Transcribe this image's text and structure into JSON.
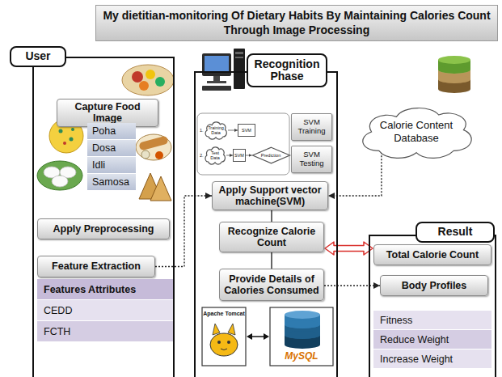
{
  "diagram": {
    "title": "My dietitian-monitoring Of Dietary Habits By Maintaining Calories Count Through Image Processing",
    "nodes": [
      {
        "text": [
          "User"
        ]
      },
      {
        "text": [
          "Capture Food Image"
        ],
        "in": 0
      },
      {
        "text": [
          "Poha"
        ],
        "in": 0
      },
      {
        "text": [
          "Dosa"
        ],
        "in": 0
      },
      {
        "text": [
          "Idli"
        ],
        "in": 0
      },
      {
        "text": [
          "Samosa"
        ],
        "in": 0
      },
      {
        "text": [
          "Apply Preprocessing"
        ],
        "in": 0
      },
      {
        "text": [
          "Feature Extraction"
        ],
        "in": 0
      },
      {
        "text": [
          "Features Attributes"
        ],
        "in": 0
      },
      {
        "text": [
          "CEDD"
        ],
        "in": 0
      },
      {
        "text": [
          "FCTH"
        ],
        "in": 0
      },
      {
        "text": [
          "Recognition Phase"
        ]
      },
      {
        "text": [
          "Training Data"
        ],
        "in": 11
      },
      {
        "text": [
          "SVM"
        ],
        "in": 11
      },
      {
        "text": [
          "Test Data"
        ],
        "in": 11
      },
      {
        "text": [
          "SVM"
        ],
        "in": 11
      },
      {
        "text": [
          "Prediction"
        ],
        "in": 11
      },
      {
        "text": [
          "SVM Training"
        ],
        "in": 11
      },
      {
        "text": [
          "SVM Testing"
        ],
        "in": 11
      },
      {
        "text": [
          "Apply Support vector machine(SVM)"
        ],
        "in": 11
      },
      {
        "text": [
          "Recognize Calorie Count"
        ],
        "in": 11
      },
      {
        "text": [
          "Provide Details of Calories Consumed"
        ],
        "in": 11
      },
      {
        "text": [
          "Calorie Content Database"
        ]
      },
      {
        "text": [
          "Result"
        ]
      },
      {
        "text": [
          "Total Calorie Count"
        ],
        "in": 23
      },
      {
        "text": [
          "Body Profiles"
        ],
        "in": 23
      },
      {
        "text": [
          "Fitness"
        ],
        "in": 23
      },
      {
        "text": [
          "Reduce Weight"
        ],
        "in": 23
      },
      {
        "text": [
          "Increase Weight"
        ],
        "in": 23
      }
    ],
    "edges": [
      {
        "from": 12,
        "to": 13,
        "arrow": "to"
      },
      {
        "from": 14,
        "to": 15,
        "arrow": "to"
      },
      {
        "from": 15,
        "to": 16,
        "arrow": "to"
      },
      {
        "from": 7,
        "to": 19,
        "arrow": "to"
      },
      {
        "from": 22,
        "to": 19,
        "arrow": "to"
      },
      {
        "from": 19,
        "to": 20,
        "arrow": "none"
      },
      {
        "from": 20,
        "to": 21,
        "arrow": "none"
      },
      {
        "from": 20,
        "to": 24,
        "arrow": "both"
      },
      {
        "from": 21,
        "to": 25,
        "arrow": "to"
      }
    ],
    "labels": [
      "1.",
      "2.",
      "Apache Tomcat",
      "MySQL"
    ]
  }
}
